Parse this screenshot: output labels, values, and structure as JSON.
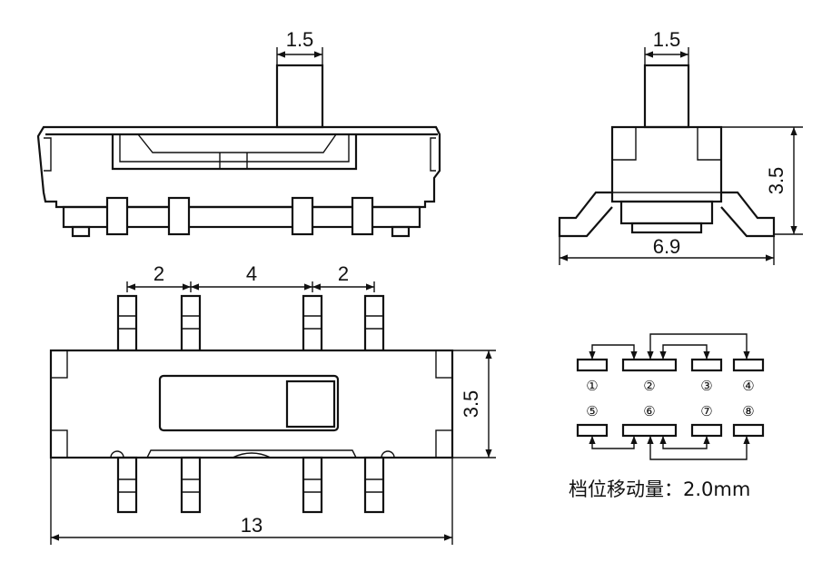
{
  "front_view": {
    "lever_width": "1.5"
  },
  "side_view": {
    "lever_width": "1.5",
    "height": "3.5",
    "width": "6.9"
  },
  "bottom_view": {
    "pitch_left": "2",
    "pitch_center": "4",
    "pitch_right": "2",
    "height": "3.5",
    "length": "13"
  },
  "pinout": {
    "pins": [
      "①",
      "②",
      "③",
      "④",
      "⑤",
      "⑥",
      "⑦",
      "⑧"
    ]
  },
  "note": "档位移动量：2.0mm"
}
